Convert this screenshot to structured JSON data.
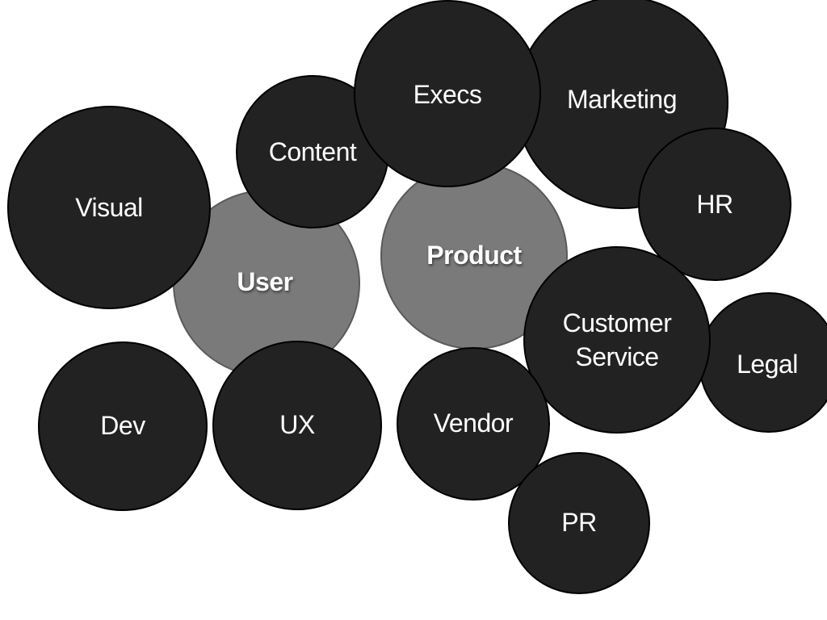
{
  "diagram": {
    "core_color": "#7a7a7a",
    "group_color": "#222222",
    "bubbles": [
      {
        "key": "user",
        "label": "User",
        "kind": "core"
      },
      {
        "key": "product",
        "label": "Product",
        "kind": "core"
      },
      {
        "key": "marketing",
        "label": "Marketing",
        "kind": "group"
      },
      {
        "key": "content",
        "label": "Content",
        "kind": "group"
      },
      {
        "key": "execs",
        "label": "Execs",
        "kind": "group"
      },
      {
        "key": "visual",
        "label": "Visual",
        "kind": "group"
      },
      {
        "key": "hr",
        "label": "HR",
        "kind": "group"
      },
      {
        "key": "customer-service",
        "label": "Customer\nService",
        "kind": "group"
      },
      {
        "key": "legal",
        "label": "Legal",
        "kind": "group"
      },
      {
        "key": "dev",
        "label": "Dev",
        "kind": "group"
      },
      {
        "key": "ux",
        "label": "UX",
        "kind": "group"
      },
      {
        "key": "vendor",
        "label": "Vendor",
        "kind": "group"
      },
      {
        "key": "pr",
        "label": "PR",
        "kind": "group"
      }
    ]
  }
}
